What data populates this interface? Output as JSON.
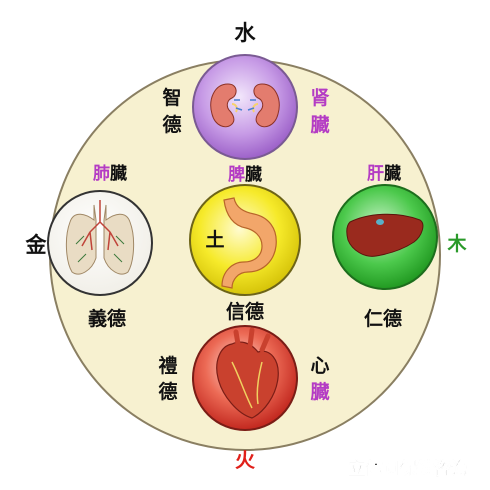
{
  "elements": {
    "water": "水",
    "metal": "金",
    "wood": "木",
    "fire": "火",
    "earth": "土"
  },
  "virtues": {
    "kidney_virtue": [
      "智",
      "德"
    ],
    "lung_virtue": "義德",
    "liver_virtue": "仁德",
    "spleen_virtue": "信德",
    "heart_virtue": [
      "禮",
      "德"
    ]
  },
  "organs": {
    "kidney_label": {
      "first": "肾",
      "second": "臓"
    },
    "lung_label": {
      "first": "肺",
      "second": "臓"
    },
    "liver_label": {
      "first": "肝",
      "second": "臓"
    },
    "spleen_label": {
      "first": "脾",
      "second": "臓"
    },
    "heart_label": {
      "first": "心",
      "second": "臓"
    }
  },
  "watermark": "立体圆保健咨询",
  "colors": {
    "big_circle_fill": "#f7f1d0",
    "big_circle_stroke": "#8a7f62",
    "kidney_circle": "#b486d9",
    "lung_circle": "#ffffff",
    "liver_circle": "#3cbd3c",
    "spleen_circle": "#f2e81a",
    "heart_circle": "#d9443c",
    "purple_accent": "#b43cc4",
    "fire_red": "#e0201a",
    "wood_green": "#2a9a2a"
  },
  "icons": [
    "kidney-icon",
    "lung-icon",
    "liver-icon",
    "stomach-icon",
    "heart-icon"
  ]
}
